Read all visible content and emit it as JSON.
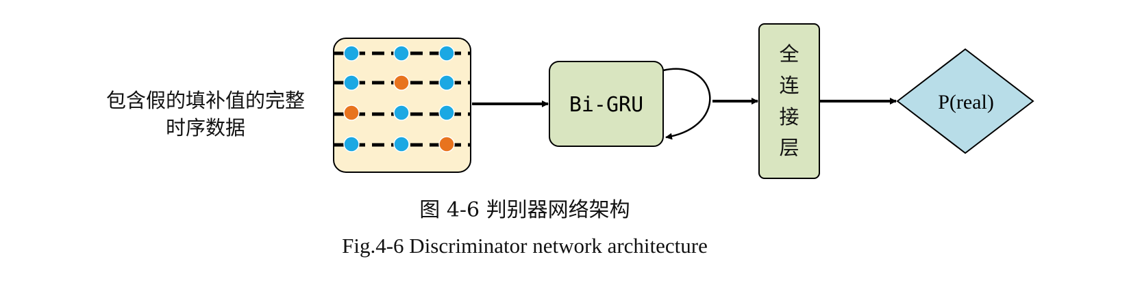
{
  "input_label": {
    "line1": "包含假的填补值的完整",
    "line2": "时序数据"
  },
  "matrix": {
    "fill": "#FDF0CE",
    "dot_colors": {
      "observed": "#1BA8E3",
      "imputed": "#E8731E"
    },
    "rows": [
      [
        "observed",
        "observed",
        "observed"
      ],
      [
        "observed",
        "imputed",
        "observed"
      ],
      [
        "imputed",
        "observed",
        "observed"
      ],
      [
        "observed",
        "observed",
        "imputed"
      ]
    ]
  },
  "bigru": {
    "label": "Bi-GRU",
    "fill": "#D9E5C0"
  },
  "fc": {
    "chars": [
      "全",
      "连",
      "接",
      "层"
    ],
    "fill": "#D9E5C0"
  },
  "output": {
    "label": "P(real)",
    "fill": "#B8DDE8"
  },
  "caption": {
    "zh": "图 4-6 判别器网络架构",
    "en": "Fig.4-6 Discriminator network architecture"
  }
}
